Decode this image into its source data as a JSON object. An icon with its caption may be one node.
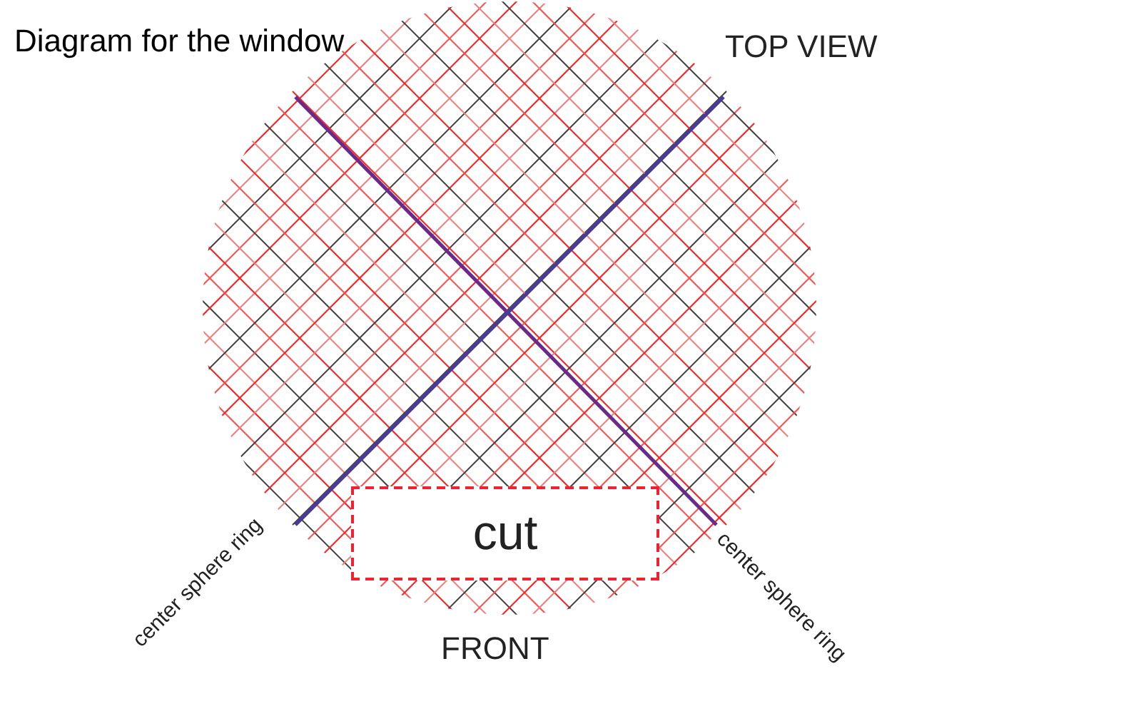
{
  "diagram": {
    "title": "Diagram for the window",
    "nodes": [
      {
        "text": [
          "cut"
        ]
      }
    ],
    "edges": [],
    "labels": [
      "TOP VIEW",
      "center sphere ring",
      "center sphere ring",
      "FRONT"
    ]
  }
}
